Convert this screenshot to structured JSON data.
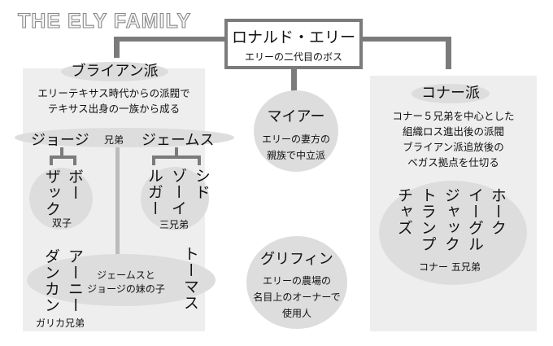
{
  "title": "THE ELY FAMILY",
  "boss": {
    "name": "ロナルド・エリー",
    "desc": "エリーの二代目のボス"
  },
  "brian": {
    "name": "ブライアン派",
    "desc": [
      "エリーテキサス時代からの派閥で",
      "テキサス出身の一族から成る"
    ],
    "george": "ジョージ",
    "brothers_label": "兄弟",
    "james": "ジェームス",
    "twins": {
      "members": [
        "ボー",
        "ザック"
      ],
      "label": "双子"
    },
    "triplets": {
      "members": [
        "シド",
        "ゾーイ",
        "ルガー"
      ],
      "label": "三兄弟"
    },
    "sister_children": {
      "label": [
        "ジェームスと",
        "ジョージの妹の子"
      ]
    },
    "garika": {
      "members": [
        "アーニー",
        "ダンカン"
      ],
      "label": "ガリカ兄弟"
    },
    "thomas": "トーマス"
  },
  "myer": {
    "name": "マイアー",
    "desc": [
      "エリーの妻方の",
      "親族で中立派"
    ]
  },
  "griffin": {
    "name": "グリフィン",
    "desc": [
      "エリーの農場の",
      "名目上のオーナーで",
      "使用人"
    ]
  },
  "connor": {
    "name": "コナー派",
    "desc": [
      "コナー５兄弟を中心とした",
      "組織ロス進出後の派閥",
      "ブライアン派追放後の",
      "ベガス拠点を仕切る"
    ],
    "members": [
      "ホーク",
      "イーグル",
      "ジャック",
      "トランプ",
      "チャズ"
    ],
    "label": "コナー 五兄弟"
  }
}
